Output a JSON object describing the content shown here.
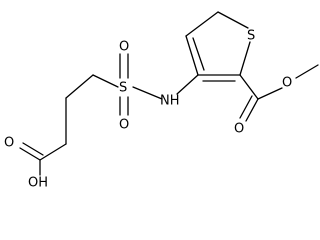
{
  "molecule": {
    "atoms": {
      "sulfonyl_s": "S",
      "sulfonyl_o_top": "O",
      "sulfonyl_o_bottom": "O",
      "amine_nh": "NH",
      "thiophene_s": "S",
      "carbonyl_o": "O",
      "ester_o": "O",
      "acid_carbonyl_o": "O",
      "acid_oh": "OH"
    }
  }
}
